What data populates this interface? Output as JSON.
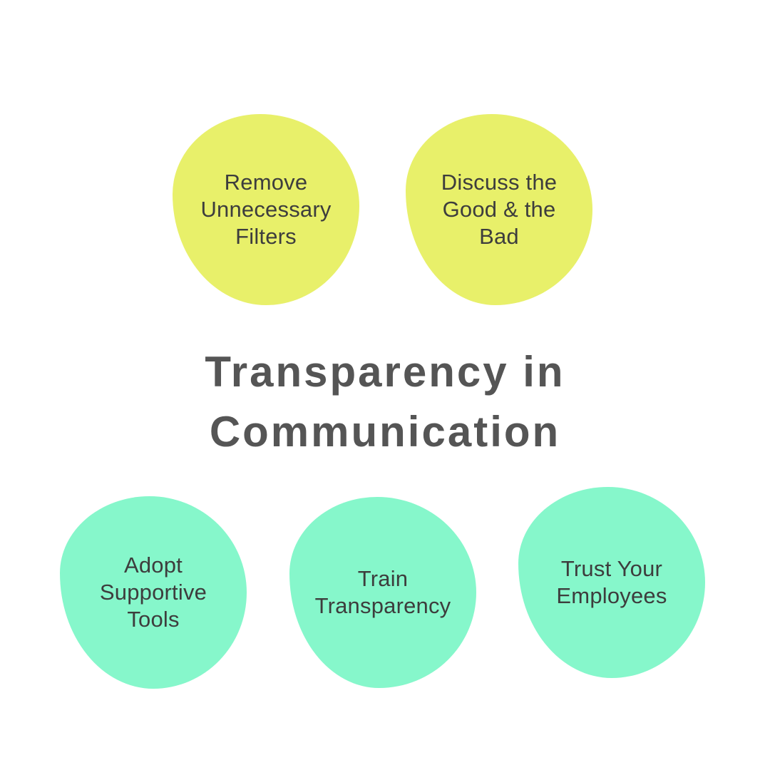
{
  "title": "Transparency in Communication",
  "colors": {
    "top_circles": "#e8f06a",
    "bottom_circles": "#86f7cb",
    "text": "#3d3d3d",
    "title": "#555555",
    "background": "#ffffff"
  },
  "top_items": [
    {
      "label": "Remove\nUnnecessary\nFilters"
    },
    {
      "label": "Discuss the\nGood & the\nBad"
    }
  ],
  "bottom_items": [
    {
      "label": "Adopt\nSupportive\nTools"
    },
    {
      "label": "Train\nTransparency"
    },
    {
      "label": "Trust Your\nEmployees"
    }
  ]
}
